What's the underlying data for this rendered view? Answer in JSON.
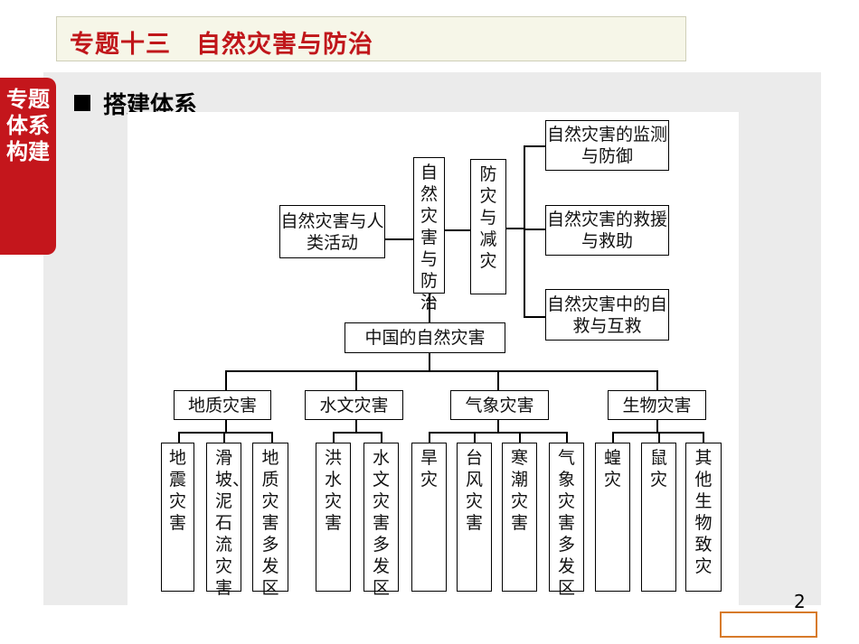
{
  "header": {
    "title": "专题十三　自然灾害与防治"
  },
  "side_tab": {
    "label": "专题体系构建"
  },
  "section": {
    "heading": "搭建体系"
  },
  "diagram": {
    "root": "自然灾害与防治",
    "left_link": "自然灾害与人类活动",
    "prevention": "防灾与减灾",
    "measures": [
      "自然灾害的监测与防御",
      "自然灾害的救援与救助",
      "自然灾害中的自救与互救"
    ],
    "china": "中国的自然灾害",
    "categories": [
      {
        "name": "地质灾害",
        "items": [
          "地震灾害",
          "滑坡、泥石流灾害",
          "地质灾害多发区"
        ]
      },
      {
        "name": "水文灾害",
        "items": [
          "洪水灾害",
          "水文灾害多发区"
        ]
      },
      {
        "name": "气象灾害",
        "items": [
          "旱灾",
          "台风灾害",
          "寒潮灾害",
          "气象灾害多发区"
        ]
      },
      {
        "name": "生物灾害",
        "items": [
          "蝗灾",
          "鼠灾",
          "其他生物致灾"
        ]
      }
    ]
  },
  "footer": {
    "page_number": "2"
  }
}
